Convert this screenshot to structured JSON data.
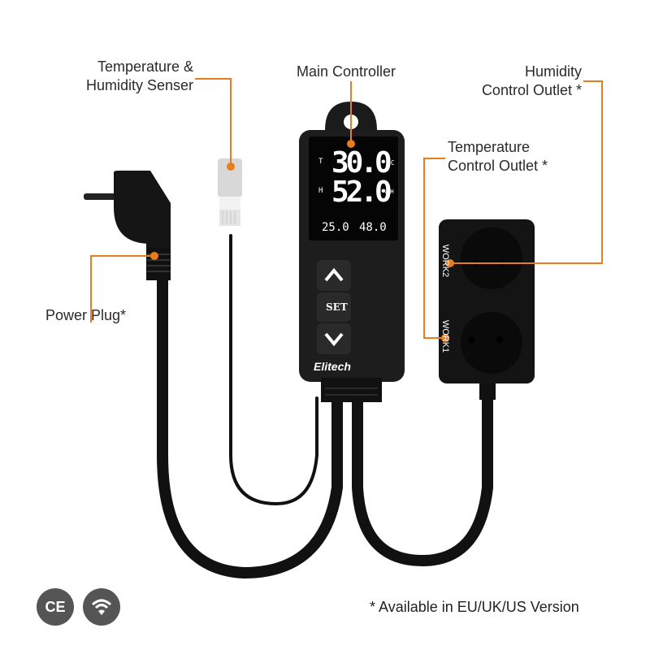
{
  "labels": {
    "sensor": [
      "Temperature &",
      "Humidity Senser"
    ],
    "main_controller": "Main Controller",
    "humidity_outlet": [
      "Humidity",
      "Control Outlet *"
    ],
    "temperature_outlet": [
      "Temperature",
      "Control Outlet *"
    ],
    "power_plug": "Power Plug*"
  },
  "controller": {
    "brand": "Elitech",
    "display": {
      "temp_prefix": "T",
      "temp_value": "30.0",
      "temp_unit": "°C",
      "hum_prefix": "H",
      "hum_value": "52.0",
      "hum_unit": "%RH",
      "sub_temp": "25.0",
      "sub_hum": "48.0"
    },
    "buttons": {
      "up": "up",
      "set": "SET",
      "down": "down"
    }
  },
  "outlet": {
    "top_label": "WORK2",
    "bottom_label": "WORK1"
  },
  "footer": {
    "note": "* Available in EU/UK/US Version",
    "badges": [
      "CE",
      "wifi"
    ]
  },
  "colors": {
    "accent": "#E87D1E",
    "device": "#1a1a1a",
    "badge": "#555555"
  }
}
